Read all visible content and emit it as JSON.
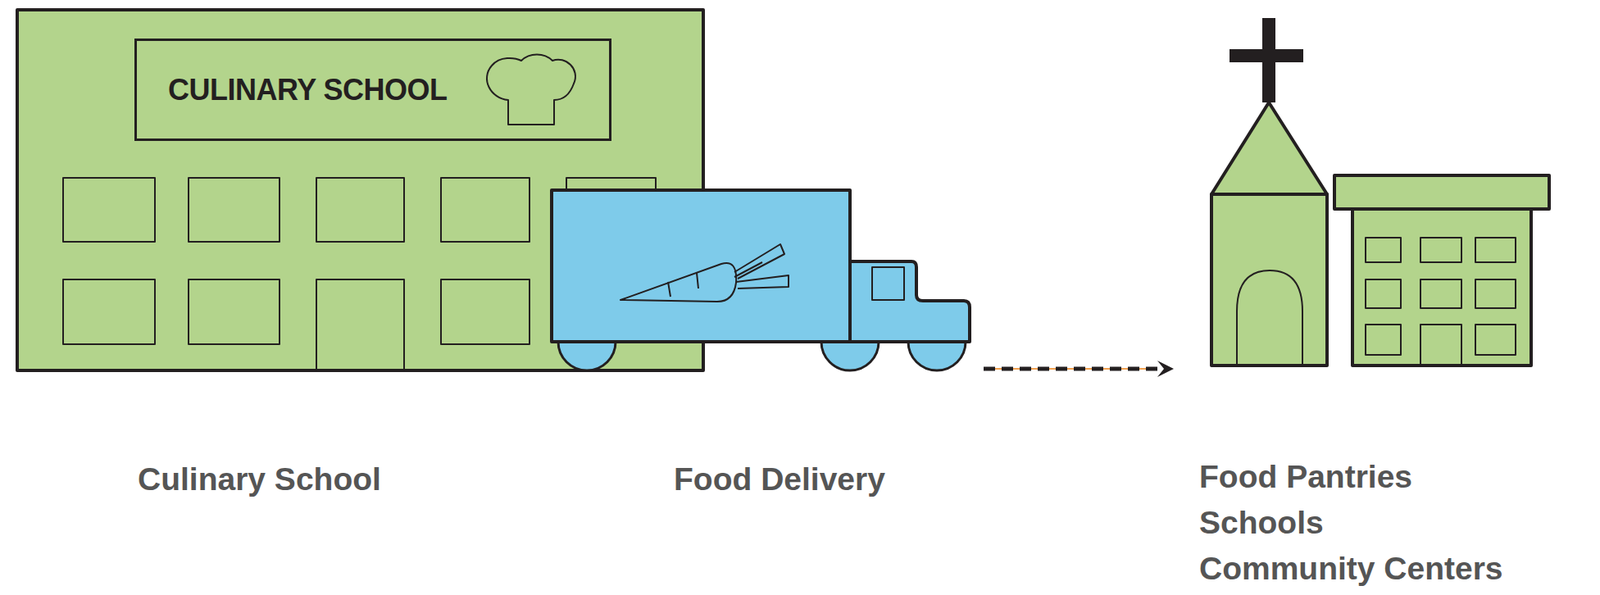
{
  "diagram": {
    "nodes": [
      {
        "text": [
          "Culinary School"
        ]
      },
      {
        "text": [
          "CULINARY SCHOOL"
        ],
        "in": 0
      },
      {
        "text": [
          "Food Delivery"
        ]
      },
      {
        "text": [
          "Food Pantries",
          "Schools",
          "Community Centers"
        ]
      }
    ],
    "edges": [
      {
        "from": 2,
        "to": 3,
        "arrow": "to"
      }
    ]
  }
}
